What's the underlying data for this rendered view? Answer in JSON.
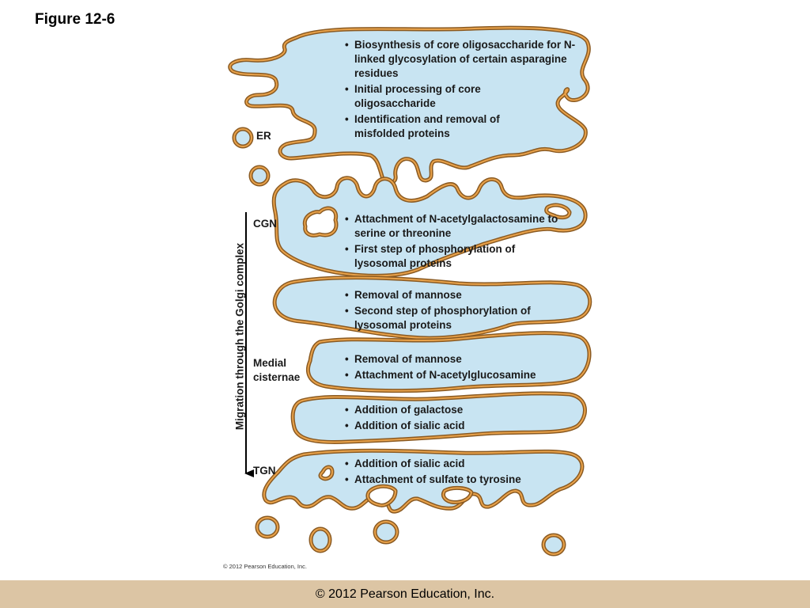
{
  "figure_title": "Figure 12-6",
  "axis_label": "Migration through the Golgi complex",
  "regions": {
    "er": {
      "label": "ER",
      "items": [
        "Biosynthesis of core oligosaccharide for N-linked glycosylation of certain asparagine residues",
        "Initial processing of core oligosaccharide",
        "Identification and removal of misfolded proteins"
      ]
    },
    "cgn": {
      "label": "CGN",
      "items": [
        "Attachment of N-acetylgalactosamine to serine or threonine",
        "First step of phosphorylation of lysosomal proteins"
      ]
    },
    "cis": {
      "items": [
        "Removal of mannose",
        "Second step of phosphorylation of lysosomal proteins"
      ]
    },
    "medial": {
      "label_line1": "Medial",
      "label_line2": "cisternae",
      "items": [
        "Removal of mannose",
        "Attachment of N-acetylglucosamine"
      ]
    },
    "trans": {
      "items": [
        "Addition of galactose",
        "Addition of sialic acid"
      ]
    },
    "tgn": {
      "label": "TGN",
      "items": [
        "Addition of sialic acid",
        "Attachment of sulfate to tyrosine"
      ]
    }
  },
  "small_copyright": "© 2012 Pearson Education, Inc.",
  "footer_copyright": "© 2012 Pearson Education, Inc.",
  "colors": {
    "lumen": "#c8e4f2",
    "membrane_outer": "#8a5a22",
    "membrane_inner": "#e9a24a",
    "footer_band": "#dcc5a4"
  }
}
